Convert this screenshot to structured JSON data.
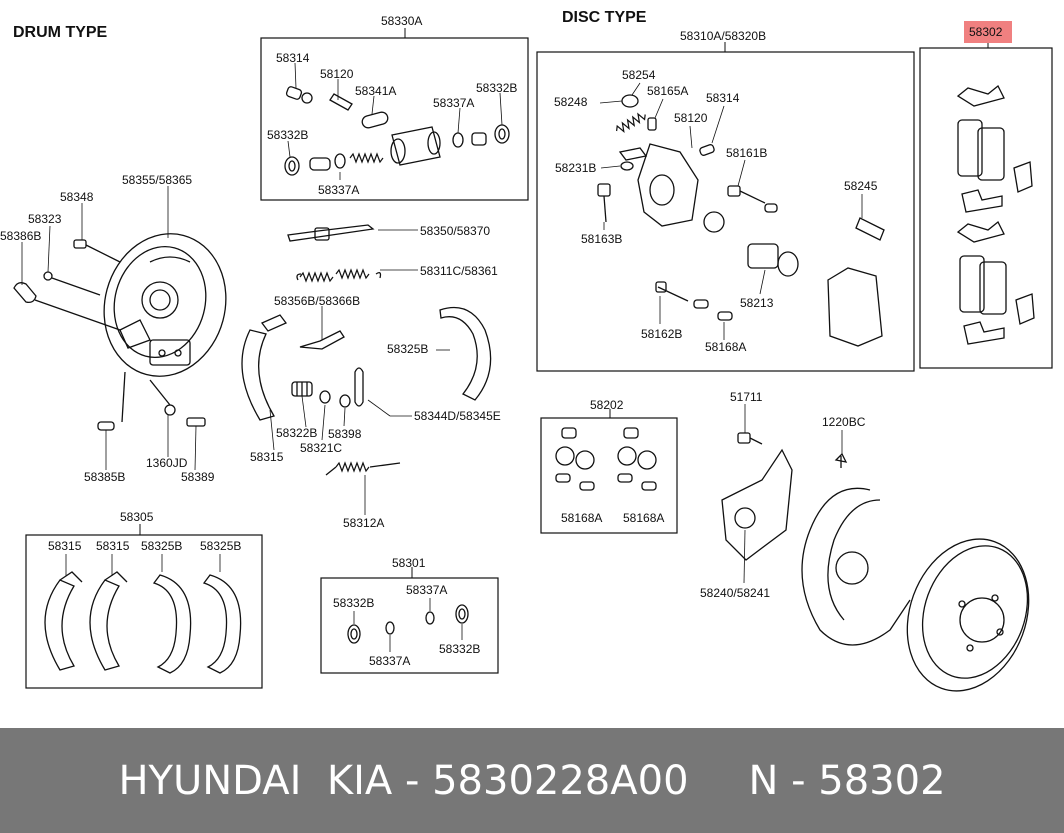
{
  "sections": {
    "drum": "DRUM TYPE",
    "disc": "DISC TYPE"
  },
  "highlight": {
    "label": "58302",
    "color": "#f08080"
  },
  "labels": {
    "drum_wheel_cyl_kit": "58330A",
    "drum_314": "58314",
    "drum_120": "58120",
    "drum_341": "58341A",
    "drum_332_right": "58332B",
    "drum_337_right": "58337A",
    "drum_332_left": "58332B",
    "drum_337_lower": "58337A",
    "backing_plate": "58355/58365",
    "p58348": "58348",
    "p58323": "58323",
    "p58386": "58386B",
    "adjuster": "58350/58370",
    "spring_311": "58311C/58361",
    "lever": "58356B/58366B",
    "shoe_325": "58325B",
    "shoe_315": "58315",
    "p322": "58322B",
    "p321": "58321C",
    "p398": "58398",
    "spring_344": "58344D/58345E",
    "p385": "58385B",
    "p1360": "1360JD",
    "p389": "58389",
    "p312": "58312A",
    "shoe_kit": "58305",
    "kit_315_a": "58315",
    "kit_315_b": "58315",
    "kit_325_a": "58325B",
    "kit_325_b": "58325B",
    "repair_kit": "58301",
    "rk_332_a": "58332B",
    "rk_337_a": "58337A",
    "rk_337_b": "58337A",
    "rk_332_b": "58332B",
    "caliper": "58310A/58320B",
    "c254": "58254",
    "c248": "58248",
    "c165": "58165A",
    "c314": "58314",
    "c120": "58120",
    "c231": "58231B",
    "c161": "58161B",
    "c163": "58163B",
    "c245": "58245",
    "c213": "58213",
    "c162": "58162B",
    "c168": "58168A",
    "seal_kit": "58202",
    "sk_168_a": "58168A",
    "sk_168_b": "58168A",
    "bolt_517": "51711",
    "bolt_1220": "1220BC",
    "dust_cover": "58240/58241"
  },
  "footer": {
    "brand": "HYUNDAI  KIA - 5830228A00",
    "oem": "N - 58302"
  }
}
